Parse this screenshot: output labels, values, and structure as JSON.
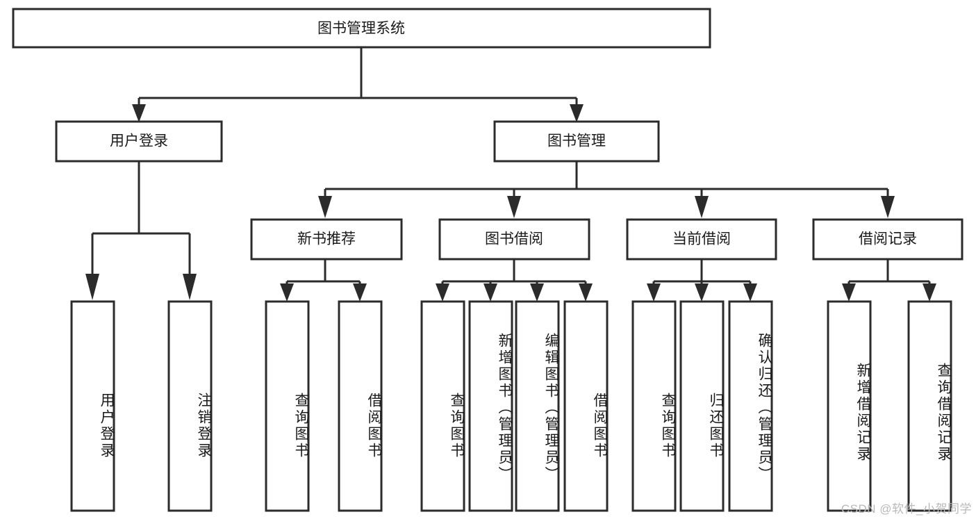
{
  "diagram": {
    "type": "tree-hierarchy",
    "title": "图书管理系统",
    "watermark": "CSDN @软件_小贺同学",
    "colors": {
      "box_stroke": "#2b2b2b",
      "box_fill": "#ffffff",
      "text": "#1a1a1a",
      "connector": "#2b2b2b",
      "watermark": "#b9b9b9",
      "background": "#ffffff"
    },
    "levels": {
      "level1": [
        {
          "id": "root",
          "label": "图书管理系统",
          "orientation": "horizontal"
        }
      ],
      "level2": [
        {
          "id": "user-login",
          "label": "用户登录",
          "orientation": "horizontal",
          "parent": "root"
        },
        {
          "id": "book-manage",
          "label": "图书管理",
          "orientation": "horizontal",
          "parent": "root"
        }
      ],
      "level3": [
        {
          "id": "new-book-rec",
          "label": "新书推荐",
          "orientation": "horizontal",
          "parent": "book-manage"
        },
        {
          "id": "book-borrow",
          "label": "图书借阅",
          "orientation": "horizontal",
          "parent": "book-manage"
        },
        {
          "id": "current-borrow",
          "label": "当前借阅",
          "orientation": "horizontal",
          "parent": "book-manage"
        },
        {
          "id": "borrow-record",
          "label": "借阅记录",
          "orientation": "horizontal",
          "parent": "book-manage"
        }
      ],
      "level4": [
        {
          "id": "leaf-user-login",
          "label": "用户登录",
          "orientation": "vertical",
          "parent": "user-login"
        },
        {
          "id": "leaf-user-logout",
          "label": "注销登录",
          "orientation": "vertical",
          "parent": "user-login"
        },
        {
          "id": "leaf-query-book-1",
          "label": "查询图书",
          "orientation": "vertical",
          "parent": "new-book-rec"
        },
        {
          "id": "leaf-borrow-book-1",
          "label": "借阅图书",
          "orientation": "vertical",
          "parent": "new-book-rec"
        },
        {
          "id": "leaf-query-book-2",
          "label": "查询图书",
          "orientation": "vertical",
          "parent": "book-borrow"
        },
        {
          "id": "leaf-add-book",
          "label": "新增图书（管理员）",
          "orientation": "vertical",
          "parent": "book-borrow"
        },
        {
          "id": "leaf-edit-book",
          "label": "编辑图书（管理员）",
          "orientation": "vertical",
          "parent": "book-borrow"
        },
        {
          "id": "leaf-borrow-book-2",
          "label": "借阅图书",
          "orientation": "vertical",
          "parent": "book-borrow"
        },
        {
          "id": "leaf-query-book-3",
          "label": "查询图书",
          "orientation": "vertical",
          "parent": "current-borrow"
        },
        {
          "id": "leaf-return-book",
          "label": "归还图书",
          "orientation": "vertical",
          "parent": "current-borrow"
        },
        {
          "id": "leaf-confirm-return",
          "label": "确认归还（管理员）",
          "orientation": "vertical",
          "parent": "current-borrow"
        },
        {
          "id": "leaf-add-record",
          "label": "新增借阅记录",
          "orientation": "vertical",
          "parent": "borrow-record"
        },
        {
          "id": "leaf-query-record",
          "label": "查询借阅记录",
          "orientation": "vertical",
          "parent": "borrow-record"
        }
      ]
    }
  }
}
